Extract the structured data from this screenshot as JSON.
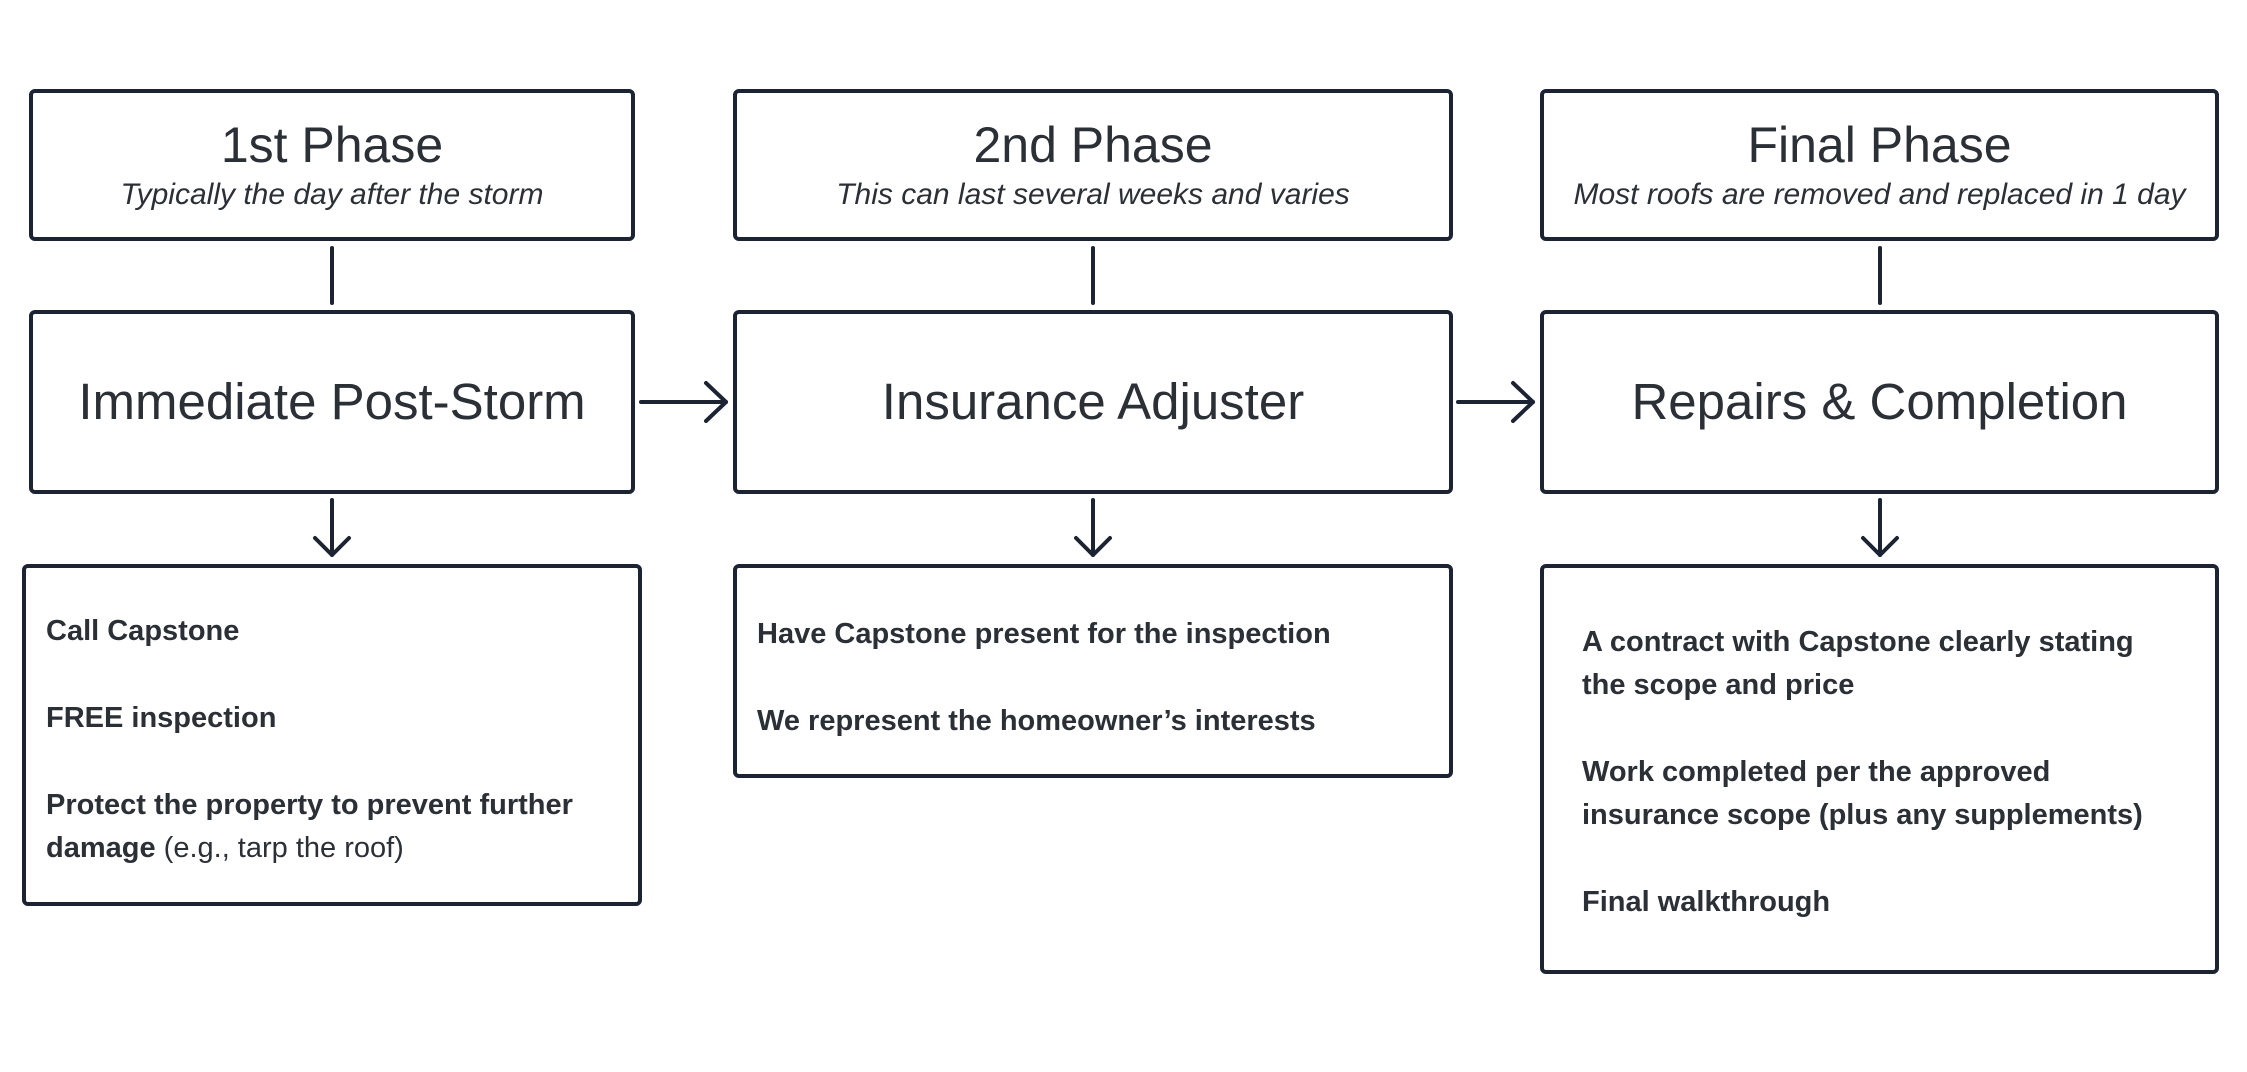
{
  "colors": {
    "border": "#1c2433",
    "text": "#2b2f36",
    "background": "#ffffff"
  },
  "columns": [
    {
      "phase_title": "1st Phase",
      "phase_subtitle": "Typically the day after the storm",
      "stage_title": "Immediate Post-Storm",
      "details": [
        {
          "bold": "Call Capstone",
          "normal": ""
        },
        {
          "bold": "FREE inspection",
          "normal": ""
        },
        {
          "bold": "Protect the property to prevent further damage",
          "normal": " (e.g., tarp the roof)"
        }
      ]
    },
    {
      "phase_title": "2nd Phase",
      "phase_subtitle": "This can last several weeks and varies",
      "stage_title": "Insurance Adjuster",
      "details": [
        {
          "bold": "Have Capstone present for the inspection",
          "normal": ""
        },
        {
          "bold": "We represent the homeowner’s interests",
          "normal": ""
        }
      ]
    },
    {
      "phase_title": "Final Phase",
      "phase_subtitle": "Most roofs are removed and replaced in 1 day",
      "stage_title": "Repairs & Completion",
      "details": [
        {
          "bold": "A contract with Capstone clearly stating the scope and price",
          "normal": ""
        },
        {
          "bold": "Work completed per the approved insurance scope (plus any supplements)",
          "normal": ""
        },
        {
          "bold": "Final walkthrough",
          "normal": ""
        }
      ]
    }
  ]
}
